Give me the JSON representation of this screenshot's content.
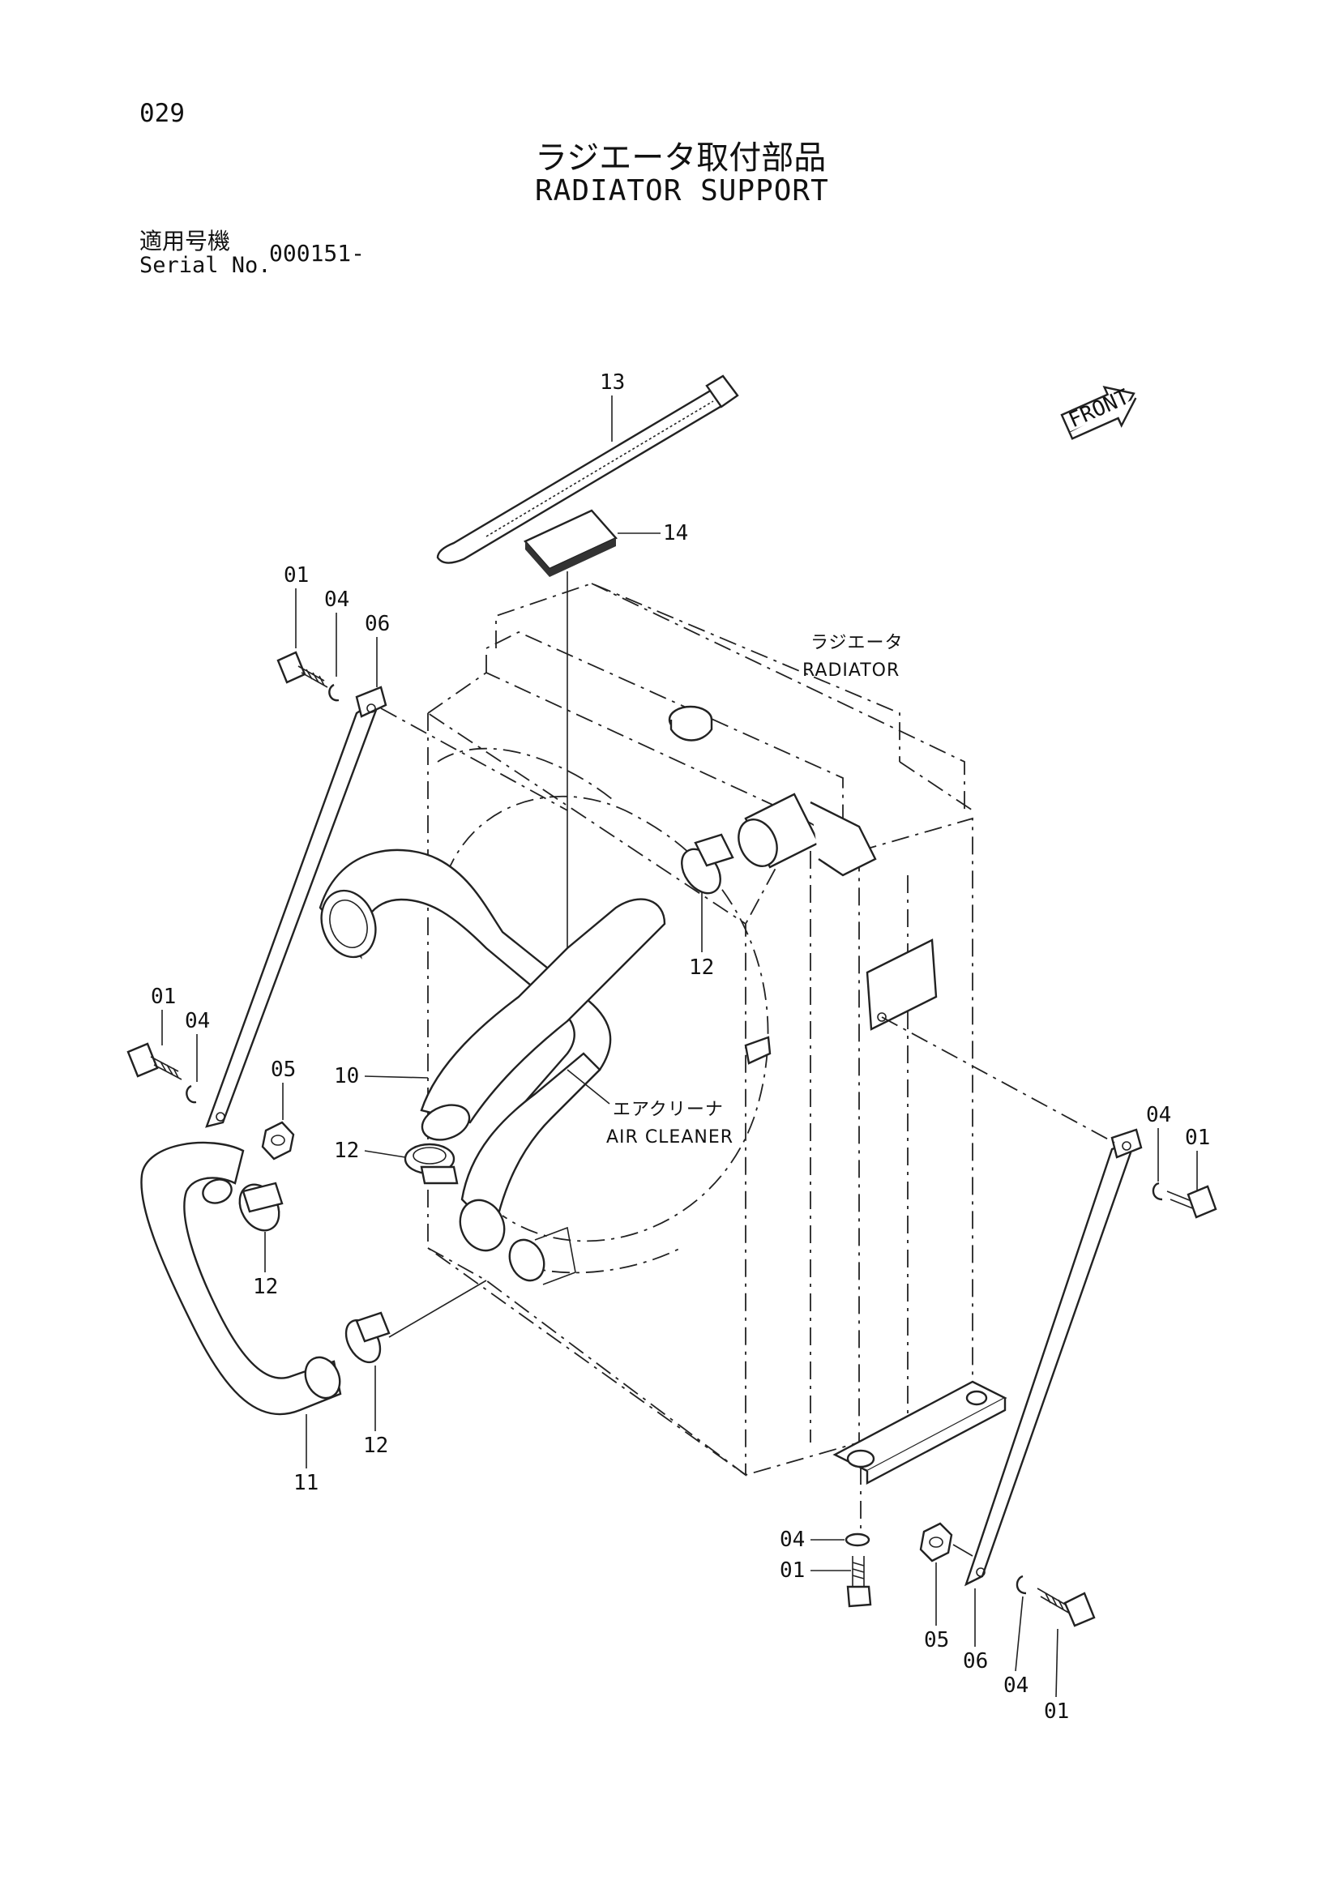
{
  "header": {
    "page_number": "029",
    "title_ja": "ラジエータ取付部品",
    "title_en": "RADIATOR SUPPORT",
    "serial_label_ja": "適用号機",
    "serial_label_en": "Serial No.",
    "serial_value": "000151-"
  },
  "direction_tag": "FRONT",
  "component_labels": {
    "radiator_ja": "ラジエータ",
    "radiator_en": "RADIATOR",
    "air_cleaner_ja": "エアクリーナ",
    "air_cleaner_en": "AIR CLEANER"
  },
  "callouts": {
    "c13": "13",
    "c14": "14",
    "c01_a": "01",
    "c04_a": "04",
    "c06_a": "06",
    "c01_b": "01",
    "c04_b": "04",
    "c05_b": "05",
    "c10": "10",
    "c12_a": "12",
    "c12_b": "12",
    "c12_c": "12",
    "c12_d": "12",
    "c11": "11",
    "c04_r": "04",
    "c01_r": "01",
    "c04_m": "04",
    "c01_m": "01",
    "c05_r": "05",
    "c06_r": "06",
    "c04_rb": "04",
    "c01_rb": "01"
  }
}
